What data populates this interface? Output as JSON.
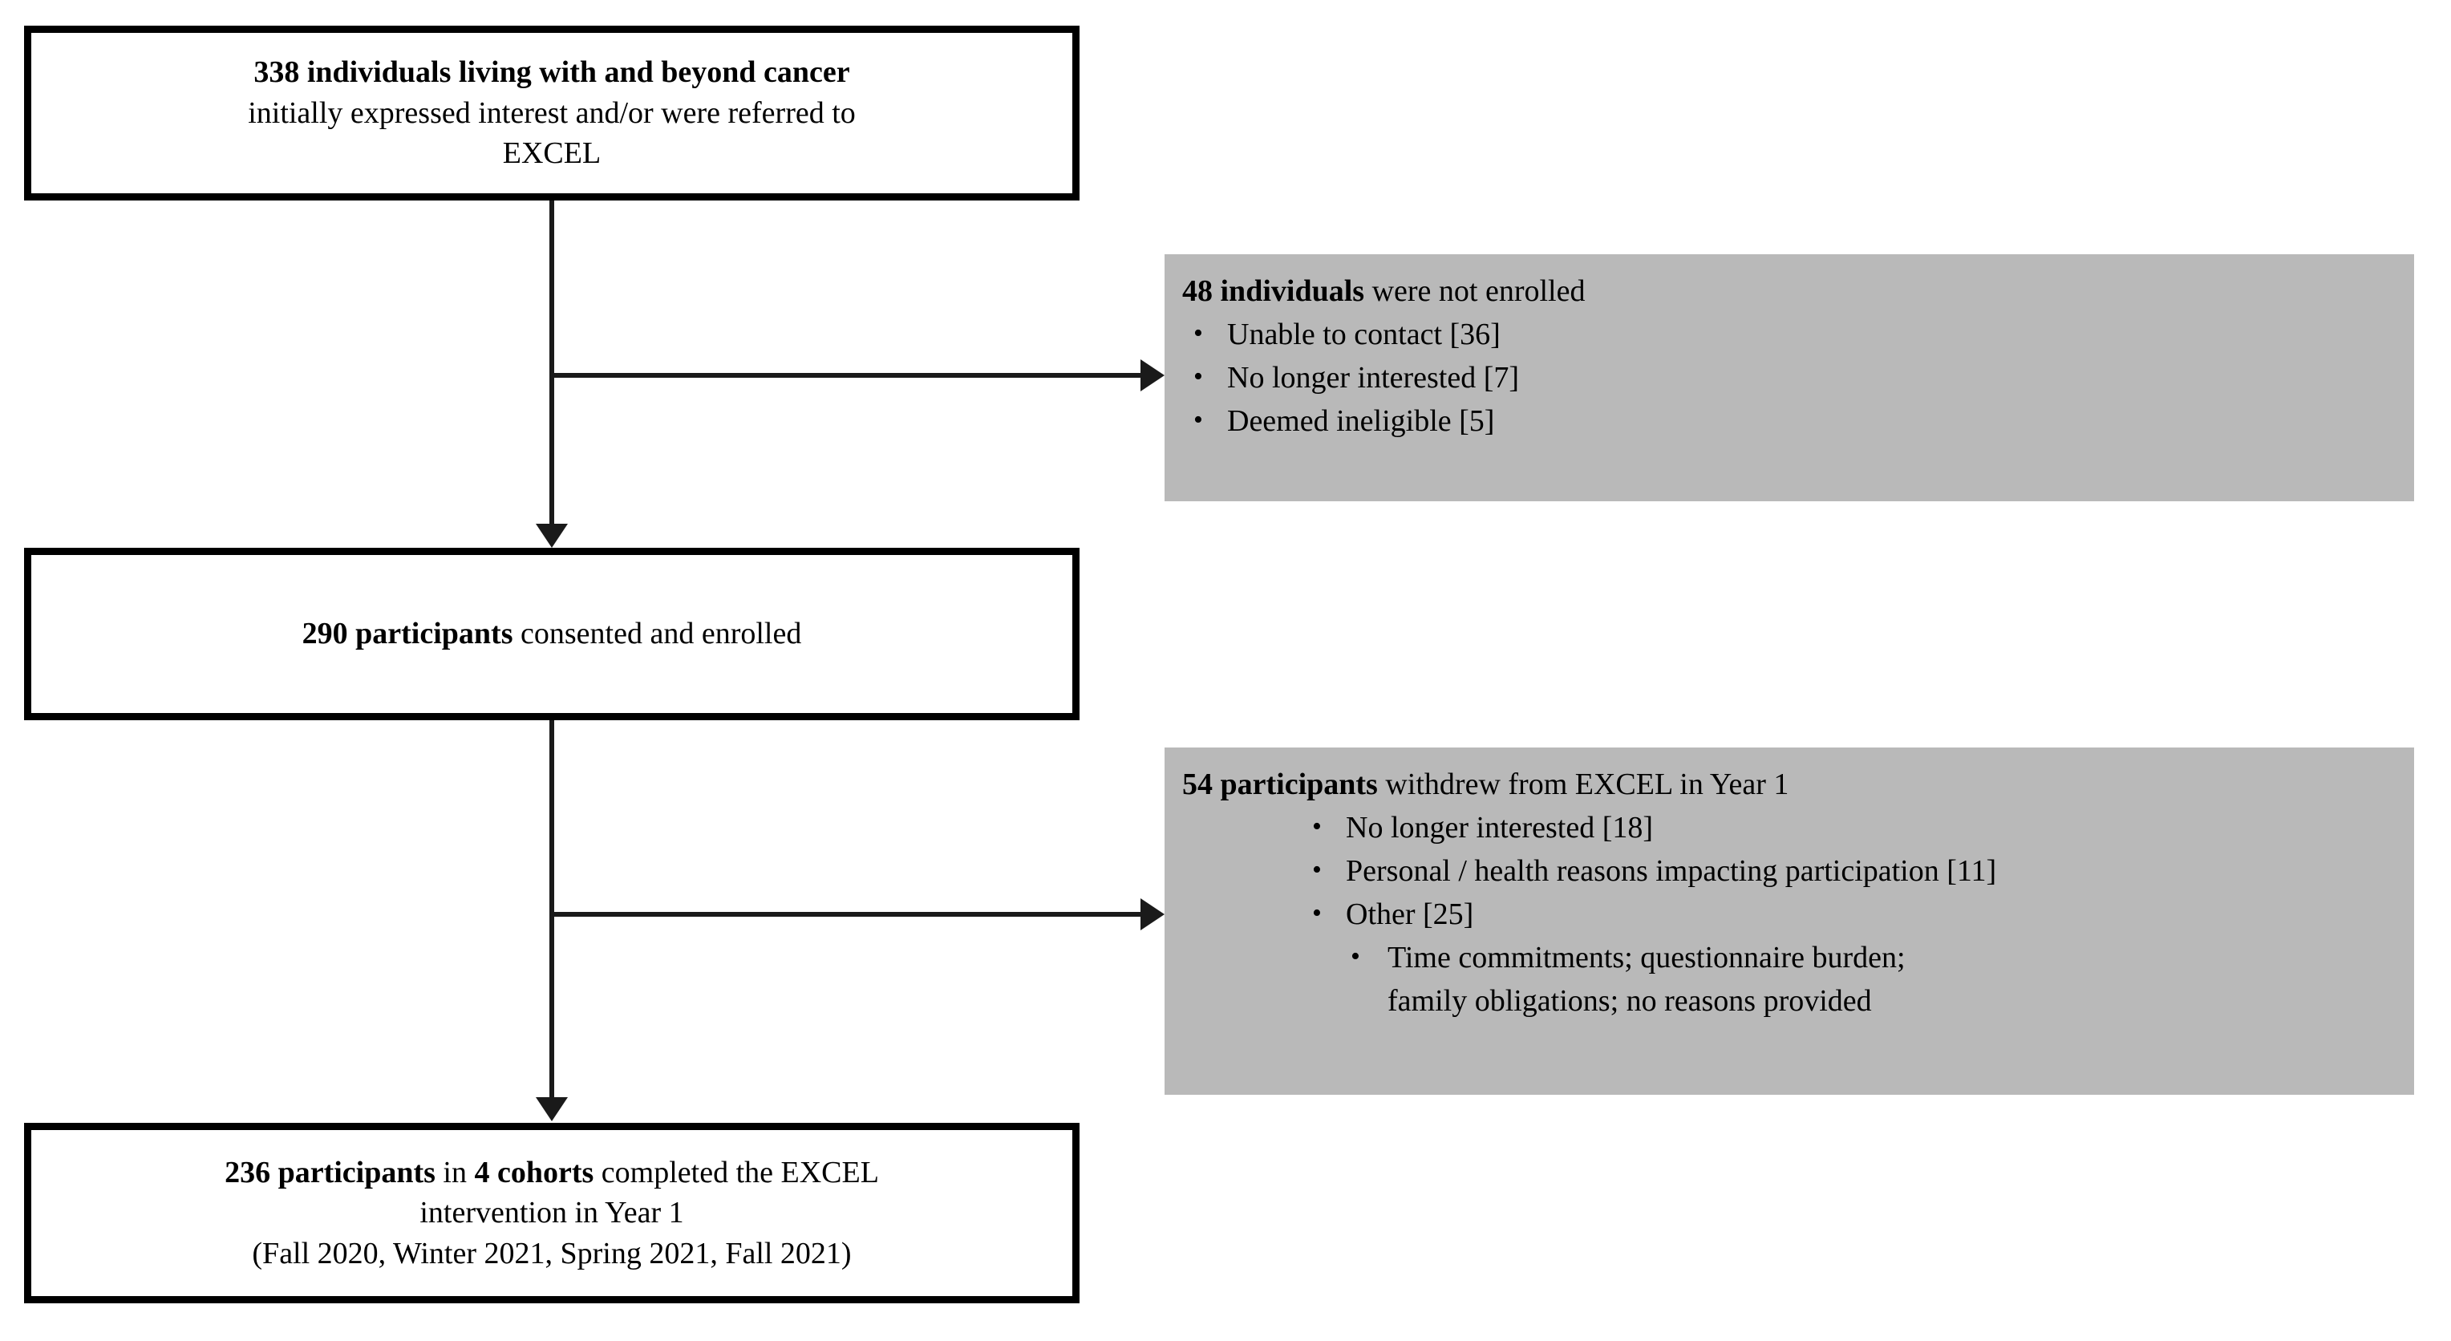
{
  "diagram": {
    "title": "EXCEL participant flow (CONSORT-style) diagram",
    "colors": {
      "box_border": "#000000",
      "box_fill": "#ffffff",
      "exclusion_fill": "#b9b9b9",
      "connector": "#1a1a1a",
      "text": "#000000"
    },
    "nodes": [
      {
        "id": "node-initial-interest",
        "type": "primary-box",
        "lines": [
          {
            "bold": "338 individuals living with and beyond cancer",
            "rest": ""
          },
          {
            "bold": "",
            "rest": "initially expressed interest and/or were referred to"
          },
          {
            "bold": "",
            "rest": "EXCEL"
          }
        ]
      },
      {
        "id": "node-consented",
        "type": "primary-box",
        "lines": [
          {
            "bold": "290 participants",
            "rest": " consented and enrolled"
          }
        ]
      },
      {
        "id": "node-completed",
        "type": "primary-box",
        "lines": [
          {
            "bold": "236 participants",
            "rest": " in ",
            "bold2": "4 cohorts",
            "rest2": " completed the EXCEL"
          },
          {
            "bold": "",
            "rest": "intervention in Year 1"
          },
          {
            "bold": "",
            "rest": "(Fall 2020, Winter 2021, Spring 2021, Fall 2021)"
          }
        ]
      }
    ],
    "exclusions": [
      {
        "id": "exclusion-not-enrolled",
        "heading_bold": "48 individuals",
        "heading_rest": " were not enrolled",
        "bullets": [
          "Unable to contact [36]",
          "No longer interested [7]",
          "Deemed ineligible [5]"
        ],
        "sub_bullets": []
      },
      {
        "id": "exclusion-withdrew",
        "heading_bold": "54 participants",
        "heading_rest": " withdrew from EXCEL in Year 1",
        "bullets": [
          "No longer interested [18]",
          "Personal / health reasons impacting participation [11]",
          "Other [25]"
        ],
        "sub_bullets": [
          "Time commitments; questionnaire burden; family obligations; no reasons provided"
        ]
      }
    ],
    "connectors": [
      {
        "id": "connector-initial-to-consented",
        "kind": "vertical-arrow"
      },
      {
        "id": "connector-initial-to-exclusion1",
        "kind": "horizontal-arrow"
      },
      {
        "id": "connector-consented-to-completed",
        "kind": "vertical-arrow"
      },
      {
        "id": "connector-consented-to-exclusion2",
        "kind": "horizontal-arrow"
      }
    ]
  },
  "text": {
    "box1_l1_bold": "338 individuals living with and beyond cancer",
    "box1_l2": "initially expressed interest and/or were referred to",
    "box1_l3": "EXCEL",
    "box2_bold": "290 participants",
    "box2_rest": " consented and enrolled",
    "box3_bold_a": "236 participants",
    "box3_mid_a": " in ",
    "box3_bold_b": "4 cohorts",
    "box3_rest_a": " completed the EXCEL",
    "box3_l2": "intervention in Year 1",
    "box3_l3": "(Fall 2020, Winter 2021, Spring 2021, Fall 2021)",
    "gray1_head_bold": "48 individuals",
    "gray1_head_rest": " were not enrolled",
    "gray1_b1": "Unable to contact [36]",
    "gray1_b2": "No longer interested [7]",
    "gray1_b3": "Deemed ineligible [5]",
    "gray2_head_bold": "54 participants",
    "gray2_head_rest": " withdrew from EXCEL in Year 1",
    "gray2_b1": "No longer interested [18]",
    "gray2_b2": "Personal / health reasons impacting participation [11]",
    "gray2_b3": "Other [25]",
    "gray2_sub1_line1": "Time commitments; questionnaire burden;",
    "gray2_sub1_line2": "family obligations; no reasons provided"
  }
}
